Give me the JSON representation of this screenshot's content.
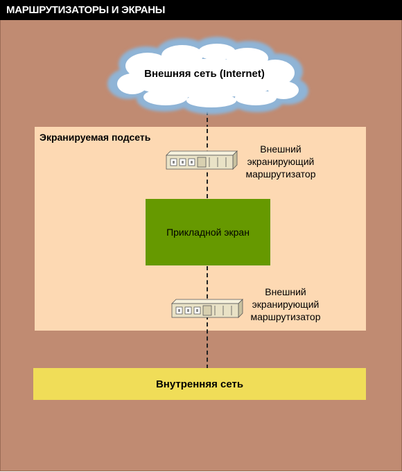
{
  "title": "МАРШРУТИЗАТОРЫ И ЭКРАНЫ",
  "external_network": {
    "label": "Внешняя сеть (Internet)"
  },
  "screened_subnet": {
    "label": "Экранируемая подсеть"
  },
  "router_top": {
    "line1": "Внешний",
    "line2": "экранирующий",
    "line3": "маршрутизатор"
  },
  "application_screen": {
    "label": "Прикладной экран"
  },
  "router_bottom": {
    "line1": "Внешний",
    "line2": "экранирующий",
    "line3": "маршрутизатор"
  },
  "internal_network": {
    "label": "Внутренняя сеть"
  },
  "colors": {
    "background": "#c08b72",
    "subnet": "#fdd9b3",
    "app_screen": "#669900",
    "internal_network": "#f0dd58",
    "cloud_fill": "#ffffff",
    "cloud_outline": "#8fb4d6",
    "router_body": "#e9e2c6"
  }
}
